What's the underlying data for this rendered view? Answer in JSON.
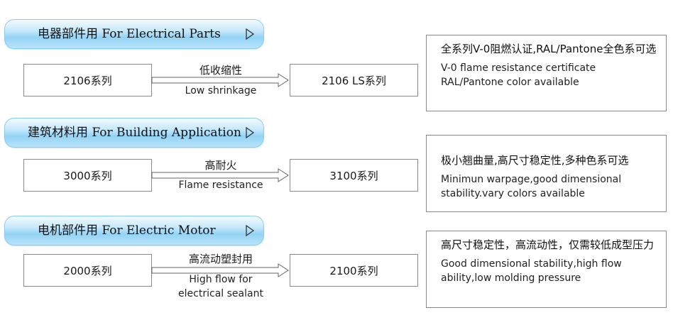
{
  "rows": [
    {
      "header": "电器部件用 For Electrical Parts",
      "left_box": "2106系列",
      "arrow_top": "低收缩性",
      "arrow_bottom": "Low shrinkage",
      "right_box": "2106 LS系列",
      "desc_cn": "全系列V-0阻燃认证,RAL/Pantone全色系可选",
      "desc_en": "V-0 flame resistance certificate RAL/Pantone color available"
    },
    {
      "header": "建筑材料用 For Building Application",
      "left_box": "3000系列",
      "arrow_top": "高耐火",
      "arrow_bottom": "Flame resistance",
      "right_box": "3100系列",
      "desc_cn": "极小翘曲量,高尺寸稳定性,多种色系可选",
      "desc_en": "Minimun warpage,good dimensional stability.vary colors available"
    },
    {
      "header": "电机部件用 For Electric Motor",
      "left_box": "2000系列",
      "arrow_top": "高流动塑封用",
      "arrow_bottom": "High flow for electrical sealant",
      "right_box": "2100系列",
      "desc_cn": "高尺寸稳定性，高流动性，仅需较低成型压力",
      "desc_en": "Good dimensional stability,high flow ability,low molding pressure"
    }
  ]
}
